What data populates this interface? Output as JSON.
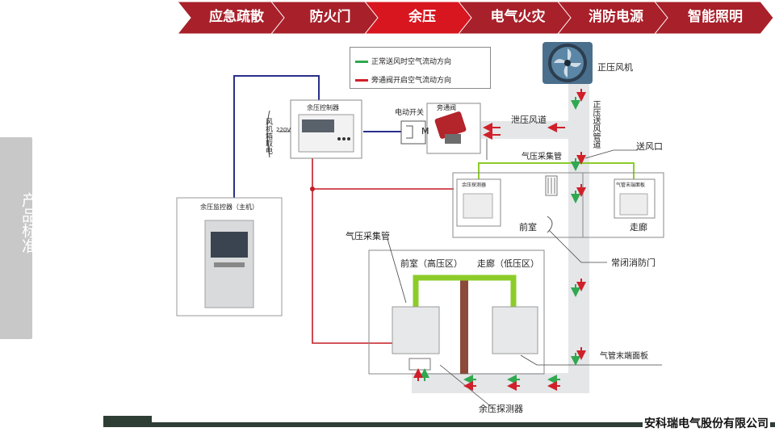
{
  "tabs": [
    {
      "label": "应急疏散",
      "active": false
    },
    {
      "label": "防火门",
      "active": false
    },
    {
      "label": "余压",
      "active": true
    },
    {
      "label": "电气火灾",
      "active": false
    },
    {
      "label": "消防电源",
      "active": false
    },
    {
      "label": "智能照明",
      "active": false
    }
  ],
  "sidebar": {
    "label": "产品标准"
  },
  "legend": {
    "normal": "正常送风时空气流动方向",
    "bypass": "旁通阀开启空气流动方向"
  },
  "diagram": {
    "fan": "正压风机",
    "duct_vertical": "正压送风管道",
    "controller": "余压控制器",
    "power_side": "风机箱取电",
    "voltage": "220V",
    "motor_switch": "电动开关",
    "motor_letter": "M",
    "bypass_valve": "旁通阀",
    "relief_duct": "泄压风道",
    "pressure_tube_top": "气压采集管",
    "air_outlet": "送风口",
    "detector_small": "余压探测器",
    "terminal_small": "气管末端面板",
    "front_room": "前室",
    "corridor": "走廊",
    "fire_door": "常闭消防门",
    "host": "余压监控器（主机）",
    "pressure_tube_bottom": "气压采集管",
    "front_room_high": "前室（高压区）",
    "corridor_low": "走廊（低压区）",
    "terminal_panel": "气管末端面板",
    "detector": "余压探测器"
  },
  "colors": {
    "tab": "#a8202a",
    "tab_active": "#d8161f",
    "normal_arrow": "#2fa84f",
    "bypass_arrow": "#d0202a",
    "wire_blue": "#2a2f8a",
    "wire_red": "#c41c24",
    "tube_green": "#8ccc2a",
    "brick": "#8b4a3a"
  },
  "footer": {
    "company": "安科瑞电气股份有限公司"
  }
}
